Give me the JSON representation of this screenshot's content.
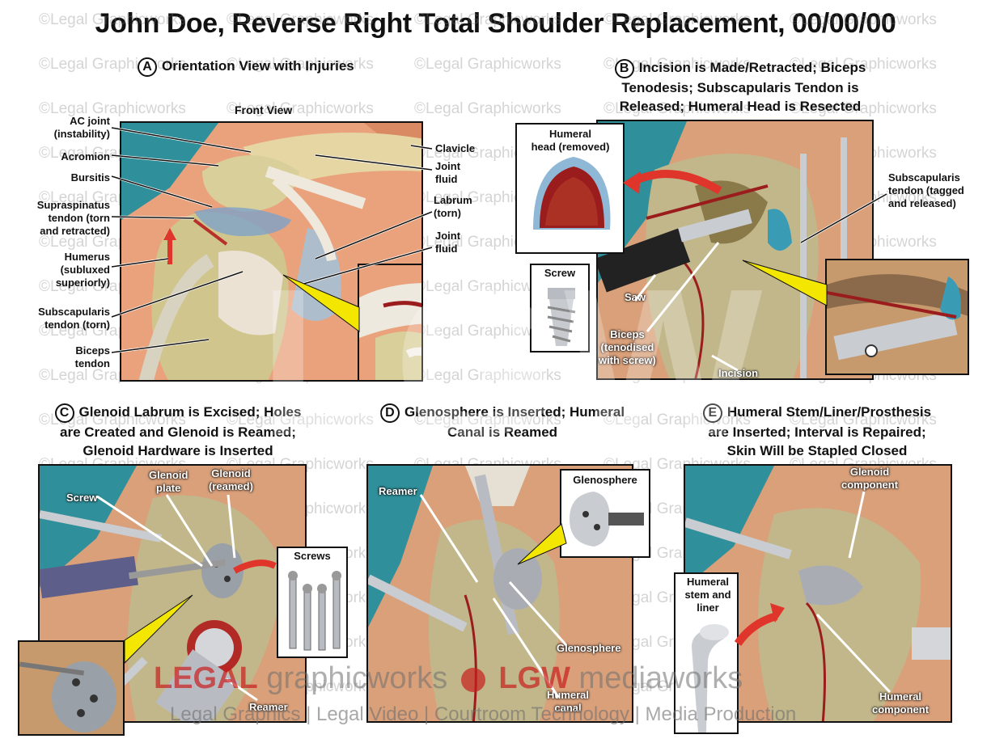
{
  "title": "John Doe, Reverse Right Total Shoulder Replacement, 00/00/00",
  "watermark": "©Legal Graphicworks",
  "panels": {
    "a": {
      "letter": "A",
      "title": "Orientation View with Injuries",
      "view_label": "Front View",
      "labels": {
        "ac_joint": "AC joint\n(instability)",
        "acromion": "Acromion",
        "bursitis": "Bursitis",
        "supraspinatus": "Supraspinatus\ntendon (torn\nand retracted)",
        "humerus": "Humerus\n(subluxed\nsuperiorly)",
        "subscapularis": "Subscapularis\ntendon (torn)",
        "biceps": "Biceps\ntendon",
        "clavicle": "Clavicle",
        "joint_fluid_1": "Joint\nfluid",
        "labrum": "Labrum\n(torn)",
        "joint_fluid_2": "Joint\nfluid"
      }
    },
    "b": {
      "letter": "B",
      "title_lines": [
        "Incision is Made/Retracted; Biceps",
        "Tenodesis; Subscapularis Tendon is",
        "Released; Humeral Head is Resected"
      ],
      "labels": {
        "humeral_head": "Humeral\nhead (removed)",
        "screw": "Screw",
        "saw": "Saw",
        "biceps": "Biceps\n(tenodised\nwith screw)",
        "incision": "Incision",
        "subscapularis": "Subscapularis\ntendon (tagged\nand released)"
      }
    },
    "c": {
      "letter": "C",
      "title_lines": [
        "Glenoid Labrum is Excised; Holes",
        "are Created and Glenoid is Reamed;",
        "Glenoid Hardware is Inserted"
      ],
      "labels": {
        "screw": "Screw",
        "glenoid_plate": "Glenoid\nplate",
        "glenoid_reamed": "Glenoid\n(reamed)",
        "screws": "Screws",
        "reamer": "Reamer"
      }
    },
    "d": {
      "letter": "D",
      "title_lines": [
        "Glenosphere is Inserted; Humeral",
        "Canal is Reamed"
      ],
      "labels": {
        "reamer": "Reamer",
        "glenosphere_inset": "Glenosphere",
        "glenosphere": "Glenosphere",
        "humeral_canal": "Humeral\ncanal"
      }
    },
    "e": {
      "letter": "E",
      "title_lines": [
        "Humeral Stem/Liner/Prosthesis",
        "are Inserted; Interval is Repaired;",
        "Skin Will be Stapled Closed"
      ],
      "labels": {
        "glenoid_component": "Glenoid\ncomponent",
        "humeral_stem": "Humeral\nstem and\nliner",
        "humeral_component": "Humeral\ncomponent"
      }
    }
  },
  "footer": {
    "brand_legal": "LEGAL",
    "brand_graphicworks": "graphicworks",
    "brand_lgw": "LGW",
    "brand_mediaworks": "mediaworks",
    "tagline": "Legal Graphics | Legal Video | Courtroom Technology | Media Production"
  },
  "colors": {
    "teal": "#2f8f9a",
    "tissue": "#e8a07a",
    "bone": "#d9cf9a",
    "blood": "#9b1c1c",
    "metal": "#b8bcc2",
    "pointer_yellow": "#f3e600",
    "arrow_red": "#e0352b"
  }
}
